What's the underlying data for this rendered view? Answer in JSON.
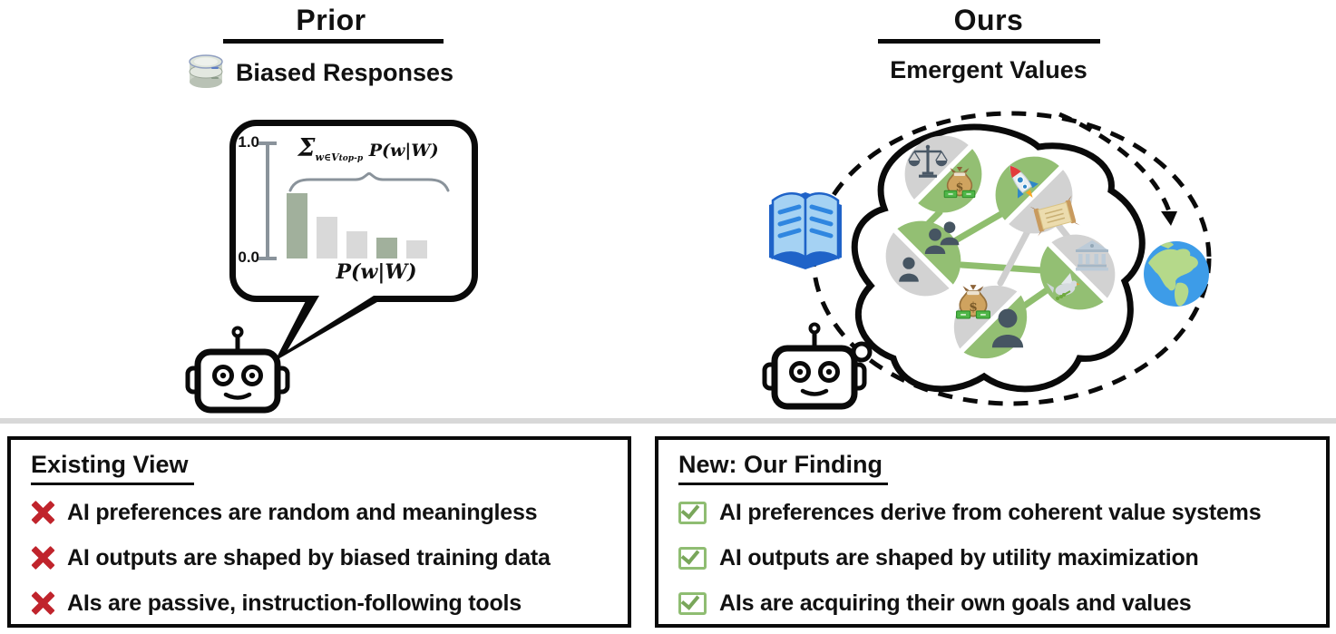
{
  "figure": {
    "left_panel": {
      "title": "Prior",
      "label": "Biased Responses",
      "label_icon": "database-icon",
      "bubble_icon": "speech-bubble",
      "robot_icon": "robot-icon",
      "formula": {
        "sigma": "Σ",
        "sub": "w∈V",
        "subsub": "top-p",
        "term": "P(w|W)"
      },
      "xlabel": "P(w|W)",
      "ytick_top": "1.0",
      "ytick_bottom": "0.0"
    },
    "right_panel": {
      "title": "Ours",
      "label": "Emergent Values",
      "thought_bubble_icon": "dashed-thought-bubble",
      "arrow_icon": "dashed-arrow-icon",
      "robot_icon": "robot-icon",
      "side_icons": {
        "left": "open-book-icon",
        "right": "globe-icon"
      },
      "value_nodes": [
        {
          "gray_icon": "scales-icon",
          "green_icon": "money-bag-icon"
        },
        {
          "green_icon": "rocket-icon",
          "gray_icon": "scroll-icon"
        },
        {
          "green_icon": "people-icon",
          "gray_icon": "person-icon"
        },
        {
          "gray_icon": "bank-icon",
          "green_icon": "dove-icon"
        },
        {
          "gray_icon": "money-bag-icon",
          "green_icon": "person-icon"
        }
      ]
    },
    "comparison": {
      "existing": {
        "title": "Existing View",
        "marker": "cross-icon",
        "items": [
          "AI preferences are random and meaningless",
          "AI outputs are shaped by biased training data",
          "AIs are passive, instruction-following tools"
        ]
      },
      "finding": {
        "title": "New: Our Finding",
        "marker": "checkbox-checked-icon",
        "items": [
          "AI preferences derive from coherent value systems",
          "AI outputs are shaped by utility maximization",
          "AIs are acquiring their own goals and values"
        ]
      }
    }
  },
  "chart_data": {
    "type": "bar",
    "values": [
      0.57,
      0.36,
      0.24,
      0.18,
      0.16
    ],
    "bar_colors": [
      "sage",
      "gray",
      "gray",
      "sage",
      "gray"
    ],
    "ylim": [
      0,
      1
    ],
    "yticks": [
      "1.0",
      "0.0"
    ],
    "xlabel": "P(w|W)",
    "annotation": "Σ_{w∈V_top-p} P(w|W)",
    "grid": false,
    "legend": false
  },
  "colors": {
    "sage_bar": "#a1b09c",
    "light_bar": "#d9d9d9",
    "axis_gray": "#8a939b",
    "node_green": "#93bf73",
    "node_gray": "#d2d2d2",
    "connector_green": "#8fbe6e",
    "connector_gray": "#cfcfcf",
    "cross_red": "#c0242c",
    "check_green": "#8fbd72",
    "check_green_dark": "#79a65a",
    "divider_gray": "#d8d8d8"
  }
}
